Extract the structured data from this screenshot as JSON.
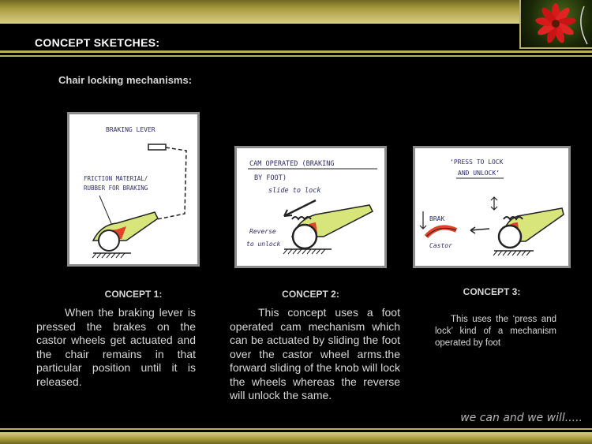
{
  "slide": {
    "title": "CONCEPT SKETCHES:",
    "subtitle": "Chair locking mechanisms:",
    "tagline": "we can and we will.....",
    "accent_color": "#b9ae5a"
  },
  "concepts": [
    {
      "heading": "CONCEPT 1:",
      "text": "When the braking lever is pressed the brakes on the castor wheels get actuated and the chair remains in that particular position until it is released.",
      "sketch_labels": [
        "BRAKING LEVER",
        "FRICTION MATERIAL/",
        "RUBBER FOR BRAKING"
      ]
    },
    {
      "heading": "CONCEPT 2:",
      "text": "This concept uses a foot operated cam mechanism which can be actuated by sliding the foot over the castor wheel arms.the forward sliding of the knob will lock the wheels whereas the reverse will unlock the same.",
      "sketch_labels": [
        "CAM OPERATED (BRAKING",
        "BY FOOT)",
        "slide to lock",
        "Reverse",
        "to unlock"
      ]
    },
    {
      "heading": "CONCEPT 3:",
      "text": "This uses the ‘press and lock’ kind of a mechanism operated by foot",
      "sketch_labels": [
        "‘PRESS TO LOCK",
        "AND UNLOCK’",
        "BRAK",
        "Castor"
      ]
    }
  ]
}
